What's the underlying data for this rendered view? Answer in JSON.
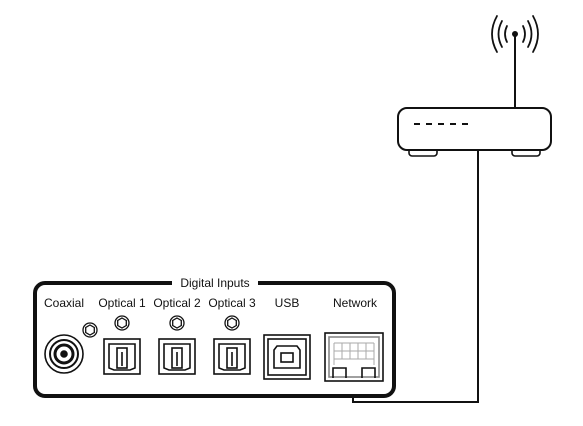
{
  "panel": {
    "section_title": "Digital Inputs",
    "ports": [
      {
        "key": "coaxial",
        "label": "Coaxial",
        "icon": "rca-jack-icon"
      },
      {
        "key": "optical1",
        "label": "Optical 1",
        "icon": "toslink-port-icon"
      },
      {
        "key": "optical2",
        "label": "Optical 2",
        "icon": "toslink-port-icon"
      },
      {
        "key": "optical3",
        "label": "Optical 3",
        "icon": "toslink-port-icon"
      },
      {
        "key": "usb",
        "label": "USB",
        "icon": "usb-b-port-icon"
      },
      {
        "key": "network",
        "label": "Network",
        "icon": "ethernet-port-icon"
      }
    ]
  },
  "router": {
    "icon": "wifi-router-icon",
    "signal_icon": "wireless-signal-icon"
  },
  "colors": {
    "stroke": "#111111",
    "fill": "#ffffff",
    "port_fill": "#eeeeee"
  }
}
